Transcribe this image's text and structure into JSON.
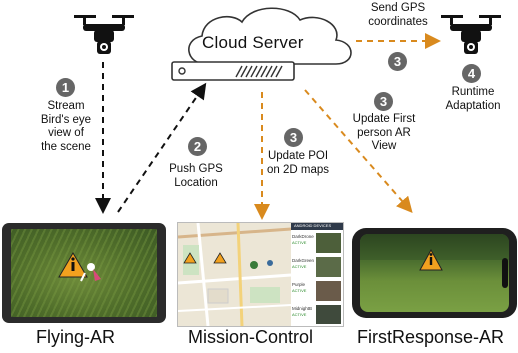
{
  "cloud": {
    "label": "Cloud Server"
  },
  "steps": [
    {
      "num": "1",
      "text": "Stream\nBird's eye\nview of\nthe scene"
    },
    {
      "num": "2",
      "text": "Push GPS\nLocation"
    },
    {
      "num": "3",
      "text": "Update POI\non 2D maps"
    },
    {
      "num": "3",
      "text": "Update First\nperson AR\nView"
    },
    {
      "num": "3",
      "text": "Send GPS\ncoordinates"
    },
    {
      "num": "4",
      "text": "Runtime\nAdaptation"
    }
  ],
  "devices": {
    "flying": "Flying-AR",
    "mission": "Mission-Control",
    "first": "FirstResponse-AR"
  },
  "mission_panel": {
    "header": "ANDROID DEVICES",
    "entries": [
      "DarkDrone",
      "DarkGreen",
      "Purple",
      "MidnightB"
    ],
    "status": "ACTIVE"
  },
  "colors": {
    "dashed_black": "#111111",
    "dashed_orange": "#d98a1e",
    "step_circle": "#666666"
  }
}
